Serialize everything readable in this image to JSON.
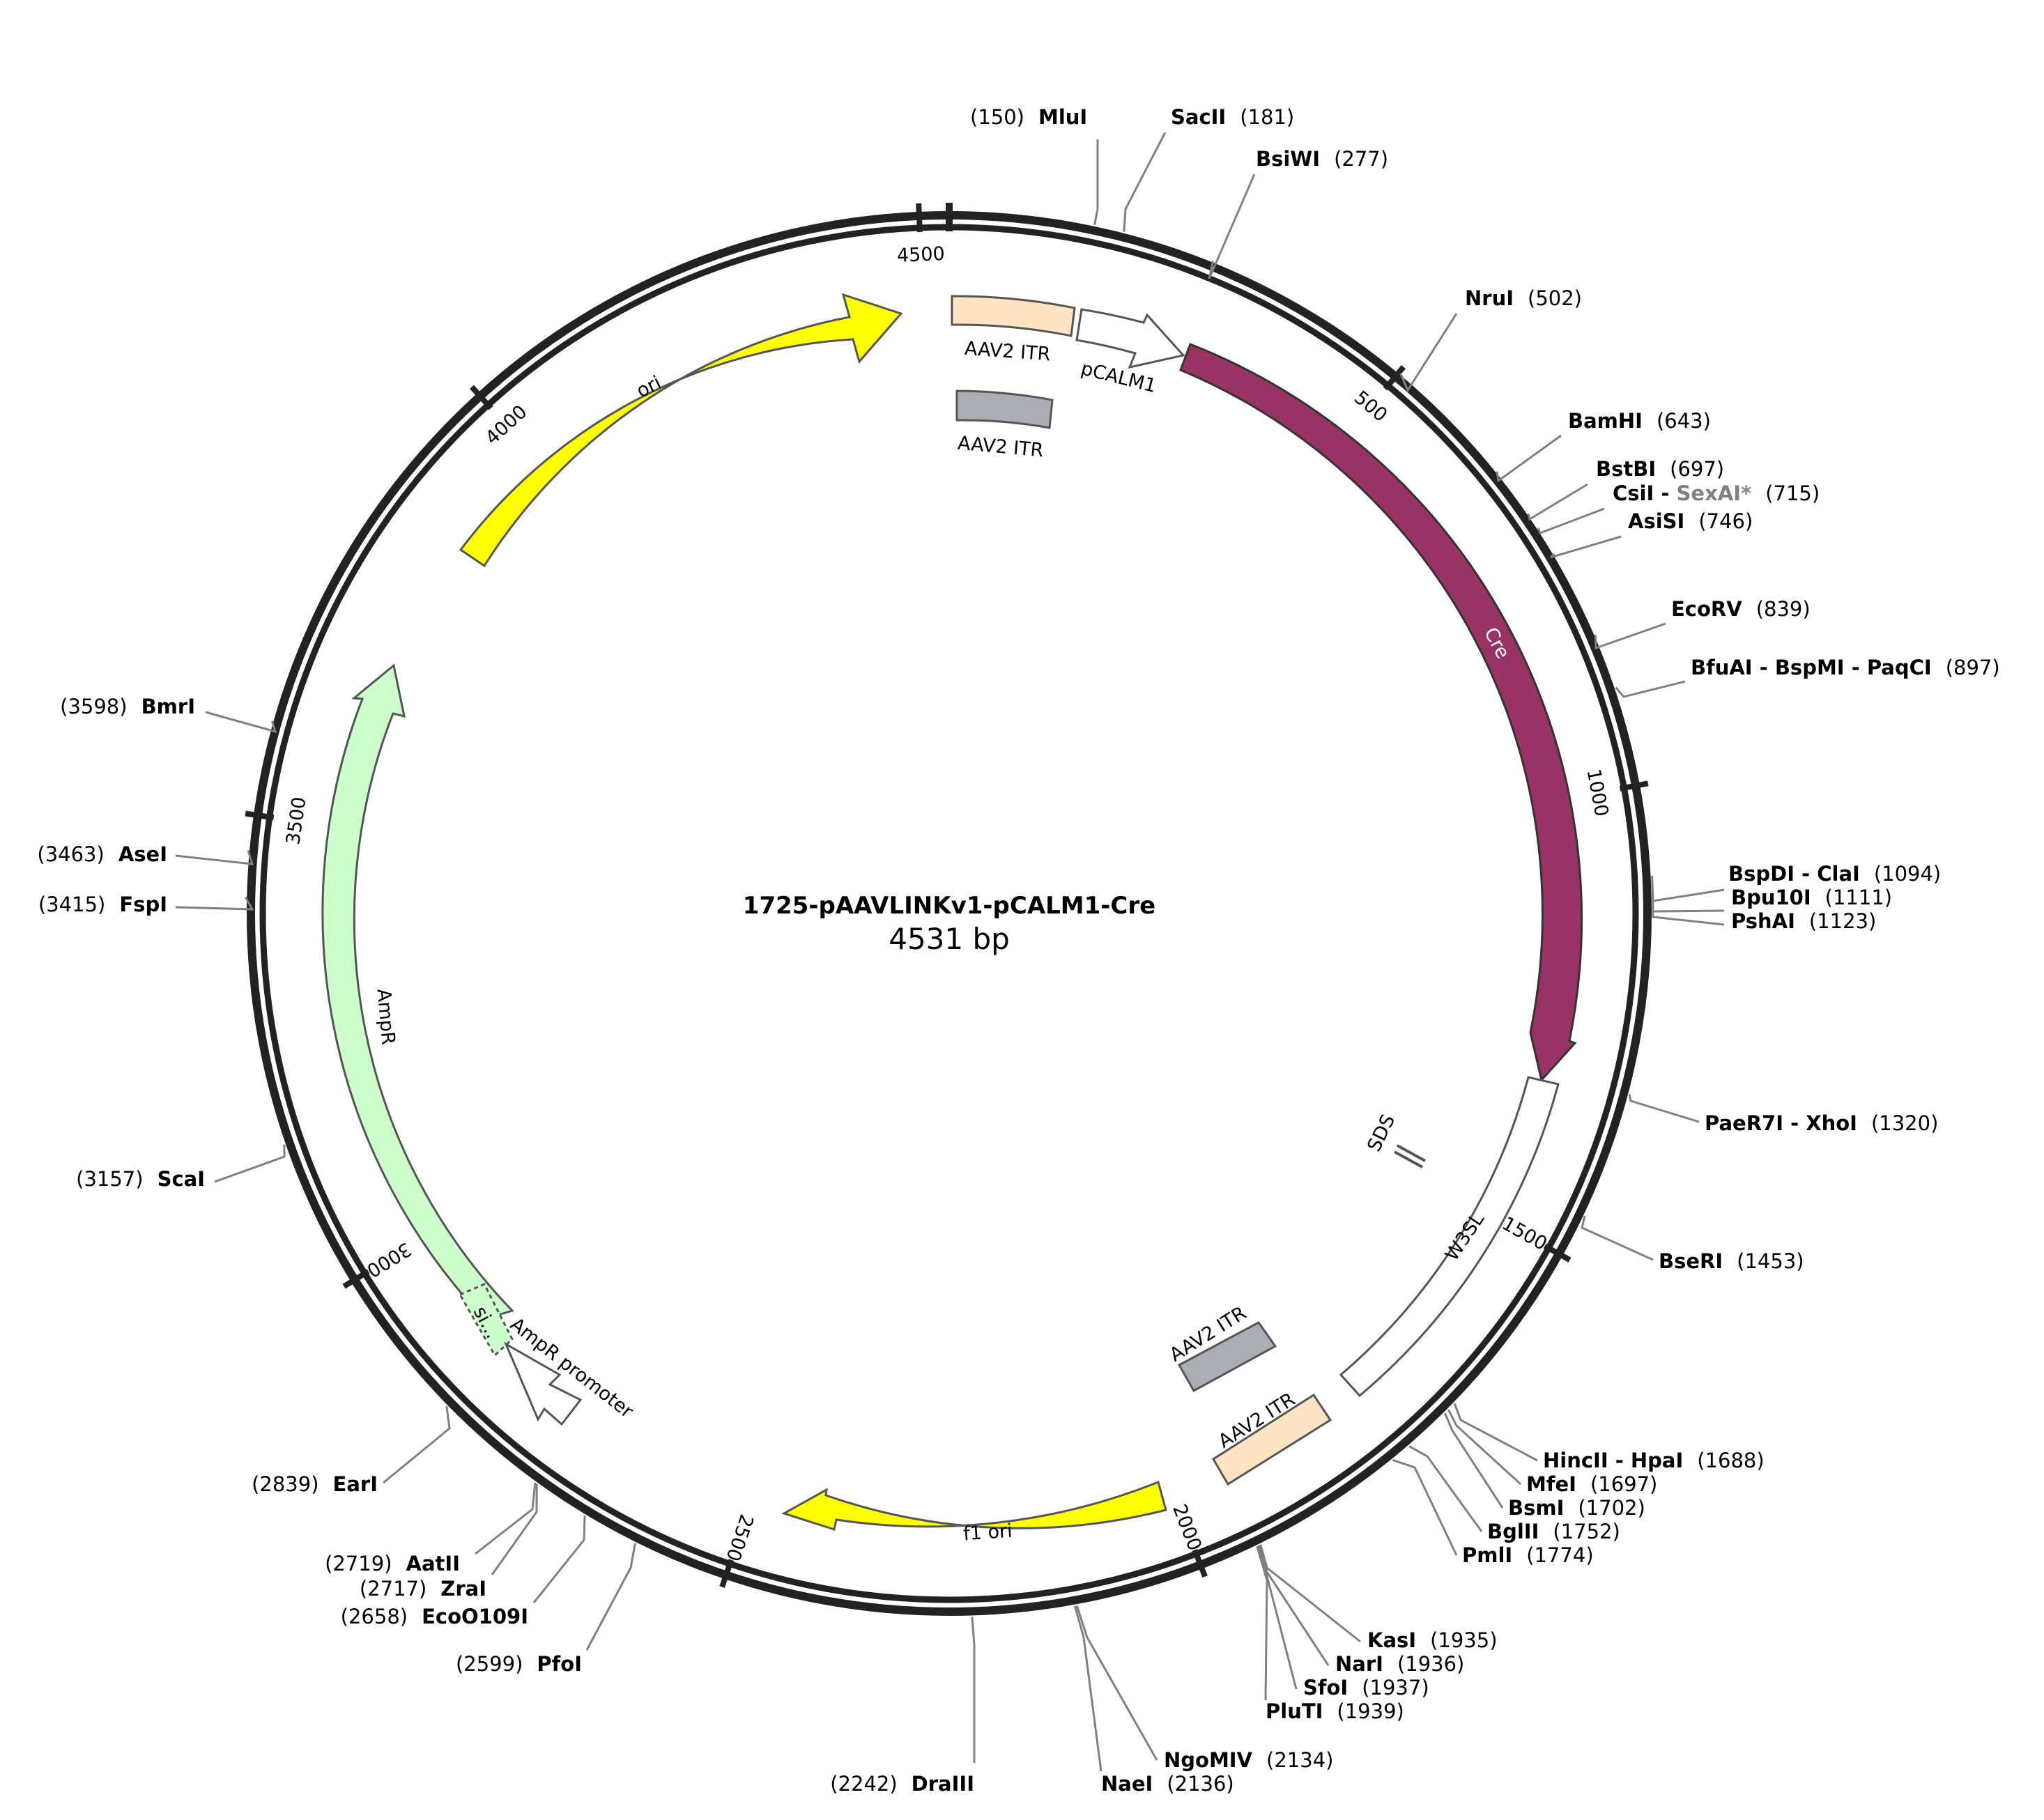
{
  "title": "1725-pAAVLINKv1-pCALM1-Cre",
  "length_label": "4531 bp",
  "ticks": [
    "500",
    "1000",
    "1500",
    "2000",
    "2500",
    "3000",
    "3500",
    "4000",
    "4500"
  ],
  "features": [
    {
      "name": "ori",
      "color": "#ffff00"
    },
    {
      "name": "AAV2 ITR",
      "color": "#ffe4c4"
    },
    {
      "name": "pCALM1",
      "color": "#ffffff"
    },
    {
      "name": "AAV2 ITR",
      "color": "#a9adb4"
    },
    {
      "name": "Cre",
      "color": "#993366"
    },
    {
      "name": "SDS",
      "color": "#ffffff"
    },
    {
      "name": "W3SL",
      "color": "#ffffff"
    },
    {
      "name": "AAV2 ITR",
      "color": "#a9adb4"
    },
    {
      "name": "AAV2 ITR",
      "color": "#ffe4c4"
    },
    {
      "name": "f1 ori",
      "color": "#ffff00"
    },
    {
      "name": "AmpR",
      "color": "#ccffcc"
    },
    {
      "name": "si...",
      "color": "#ccffcc"
    },
    {
      "name": "AmpR promoter",
      "color": "#ffffff"
    }
  ],
  "sites": [
    {
      "name": "MluI",
      "pos": "(150)"
    },
    {
      "name": "SacII",
      "pos": "(181)"
    },
    {
      "name": "BsiWI",
      "pos": "(277)"
    },
    {
      "name": "NruI",
      "pos": "(502)"
    },
    {
      "name": "BamHI",
      "pos": "(643)"
    },
    {
      "name": "BstBI",
      "pos": "(697)"
    },
    {
      "name": "CsiI - ",
      "extra": "SexAI*",
      "pos": "(715)"
    },
    {
      "name": "AsiSI",
      "pos": "(746)"
    },
    {
      "name": "EcoRV",
      "pos": "(839)"
    },
    {
      "name": "BfuAI - BspMI - PaqCI",
      "pos": "(897)"
    },
    {
      "name": "BspDI - ClaI",
      "pos": "(1094)"
    },
    {
      "name": "Bpu10I",
      "pos": "(1111)"
    },
    {
      "name": "PshAI",
      "pos": "(1123)"
    },
    {
      "name": "PaeR7I - XhoI",
      "pos": "(1320)"
    },
    {
      "name": "BseRI",
      "pos": "(1453)"
    },
    {
      "name": "HincII - HpaI",
      "pos": "(1688)"
    },
    {
      "name": "MfeI",
      "pos": "(1697)"
    },
    {
      "name": "BsmI",
      "pos": "(1702)"
    },
    {
      "name": "BglII",
      "pos": "(1752)"
    },
    {
      "name": "PmlI",
      "pos": "(1774)"
    },
    {
      "name": "KasI",
      "pos": "(1935)"
    },
    {
      "name": "NarI",
      "pos": "(1936)"
    },
    {
      "name": "SfoI",
      "pos": "(1937)"
    },
    {
      "name": "PluTI",
      "pos": "(1939)"
    },
    {
      "name": "NgoMIV",
      "pos": "(2134)"
    },
    {
      "name": "NaeI",
      "pos": "(2136)"
    },
    {
      "name": "DraIII",
      "pos": "(2242)"
    },
    {
      "name": "PfoI",
      "pos": "(2599)"
    },
    {
      "name": "EcoO109I",
      "pos": "(2658)"
    },
    {
      "name": "ZraI",
      "pos": "(2717)"
    },
    {
      "name": "AatII",
      "pos": "(2719)"
    },
    {
      "name": "EarI",
      "pos": "(2839)"
    },
    {
      "name": "ScaI",
      "pos": "(3157)"
    },
    {
      "name": "FspI",
      "pos": "(3415)"
    },
    {
      "name": "AseI",
      "pos": "(3463)"
    },
    {
      "name": "BmrI",
      "pos": "(3598)"
    }
  ]
}
